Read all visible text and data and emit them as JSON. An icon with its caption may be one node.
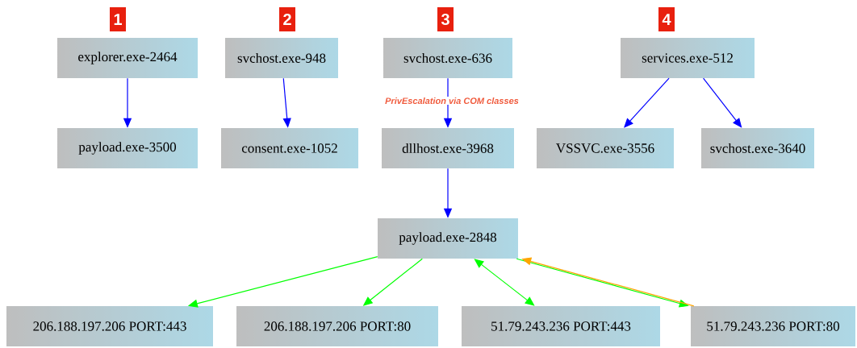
{
  "diagram": {
    "nodes": [
      {
        "text": [
          "explorer.exe-2464"
        ]
      },
      {
        "text": [
          "svchost.exe-948"
        ]
      },
      {
        "text": [
          "svchost.exe-636"
        ]
      },
      {
        "text": [
          "services.exe-512"
        ]
      },
      {
        "text": [
          "payload.exe-3500"
        ]
      },
      {
        "text": [
          "consent.exe-1052"
        ]
      },
      {
        "text": [
          "dllhost.exe-3968"
        ]
      },
      {
        "text": [
          "VSSVC.exe-3556"
        ]
      },
      {
        "text": [
          "svchost.exe-3640"
        ]
      },
      {
        "text": [
          "payload.exe-2848"
        ]
      },
      {
        "text": [
          "206.188.197.206 PORT:443"
        ]
      },
      {
        "text": [
          "206.188.197.206 PORT:80"
        ]
      },
      {
        "text": [
          "51.79.243.236 PORT:443"
        ]
      },
      {
        "text": [
          "51.79.243.236 PORT:80"
        ]
      }
    ],
    "edges": [
      {
        "from": 0,
        "to": 4,
        "arrow": "to"
      },
      {
        "from": 1,
        "to": 5,
        "arrow": "to"
      },
      {
        "from": 2,
        "to": 6,
        "arrow": "to",
        "label": "PrivEscalation via COM classes"
      },
      {
        "from": 3,
        "to": 7,
        "arrow": "to"
      },
      {
        "from": 3,
        "to": 8,
        "arrow": "to"
      },
      {
        "from": 6,
        "to": 9,
        "arrow": "to"
      },
      {
        "from": 9,
        "to": 10,
        "arrow": "to",
        "color": "#00ff00"
      },
      {
        "from": 9,
        "to": 11,
        "arrow": "to",
        "color": "#00ff00"
      },
      {
        "from": 9,
        "to": 12,
        "arrow": "both",
        "color": "#00ff00"
      },
      {
        "from": 9,
        "to": 13,
        "arrow": "to",
        "color": "#00ff00"
      },
      {
        "from": 13,
        "to": 9,
        "arrow": "to",
        "color": "#ffa500"
      }
    ],
    "labels": [
      "1",
      "2",
      "3",
      "4"
    ]
  }
}
